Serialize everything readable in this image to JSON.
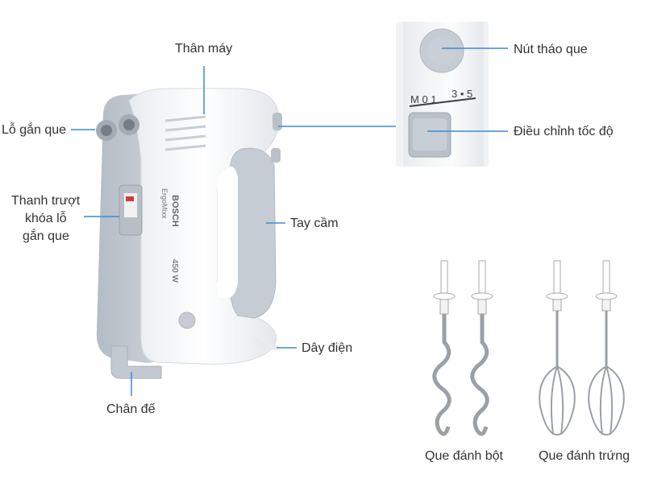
{
  "labels": {
    "than_may": "Thân máy",
    "lo_gan_que": "Lỗ gắn que",
    "thanh_truot_1": "Thanh trượt",
    "thanh_truot_2": "khóa lỗ",
    "thanh_truot_3": "gắn que",
    "tay_cam": "Tay cầm",
    "day_dien": "Dây điện",
    "chan_de": "Chân đế",
    "nut_thao_que": "Nút tháo que",
    "dieu_chinh_toc_do": "Điều chỉnh tốc độ",
    "que_danh_bot": "Que đánh bột",
    "que_danh_trung": "Que đánh trứng"
  },
  "device": {
    "brand": "BOSCH",
    "model": "ErgoMixx",
    "power": "450 W"
  },
  "speed_dial": {
    "left_marks": "M 0 1",
    "right_marks": "3 • 5"
  },
  "colors": {
    "body_white": "#f7f8f9",
    "body_grey": "#c9cfd6",
    "leader_line": "#3a8bd6",
    "text": "#333333"
  }
}
